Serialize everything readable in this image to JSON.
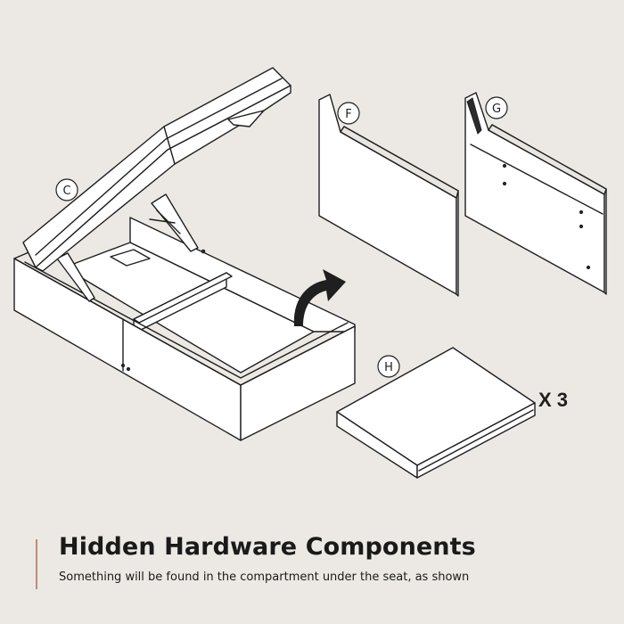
{
  "diagram": {
    "callouts": [
      {
        "id": "c",
        "label": "C"
      },
      {
        "id": "f",
        "label": "F"
      },
      {
        "id": "g",
        "label": "G"
      },
      {
        "id": "h",
        "label": "H"
      }
    ],
    "quantity_label": "X 3"
  },
  "caption": {
    "title": "Hidden Hardware Components",
    "subtitle": "Something will be found in the compartment under the seat, as shown",
    "accent_color": "#b98e76"
  },
  "colors": {
    "background": "#ece9e4",
    "line": "#1f1f1f",
    "fill": "#ffffff"
  }
}
